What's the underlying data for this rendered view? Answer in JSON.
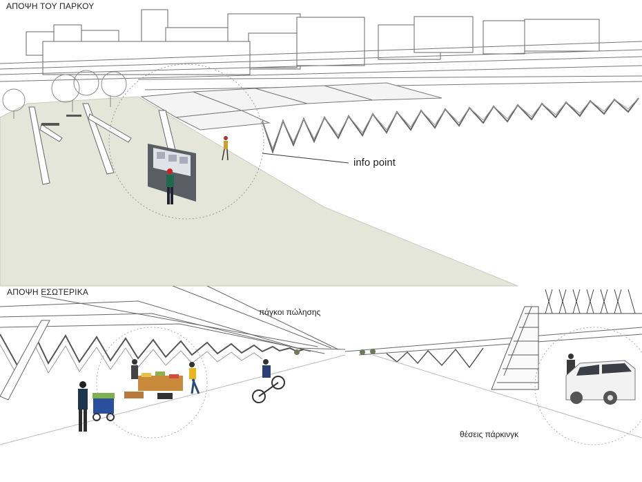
{
  "upper_view": {
    "title": "ΑΠΟΨΗ ΤΟΥ ΠΑΡΚΟΥ",
    "info_label": "info point"
  },
  "lower_view": {
    "title": "ΑΠΟΨΗ ΕΣΩΤΕΡΙΚΑ",
    "stalls_label": "πάγκοι πώλησης",
    "parking_label": "θέσεις πάρκινγκ"
  },
  "colors": {
    "grass": "#e3e6d8",
    "line": "#555555",
    "car": "#f2f2f2"
  }
}
